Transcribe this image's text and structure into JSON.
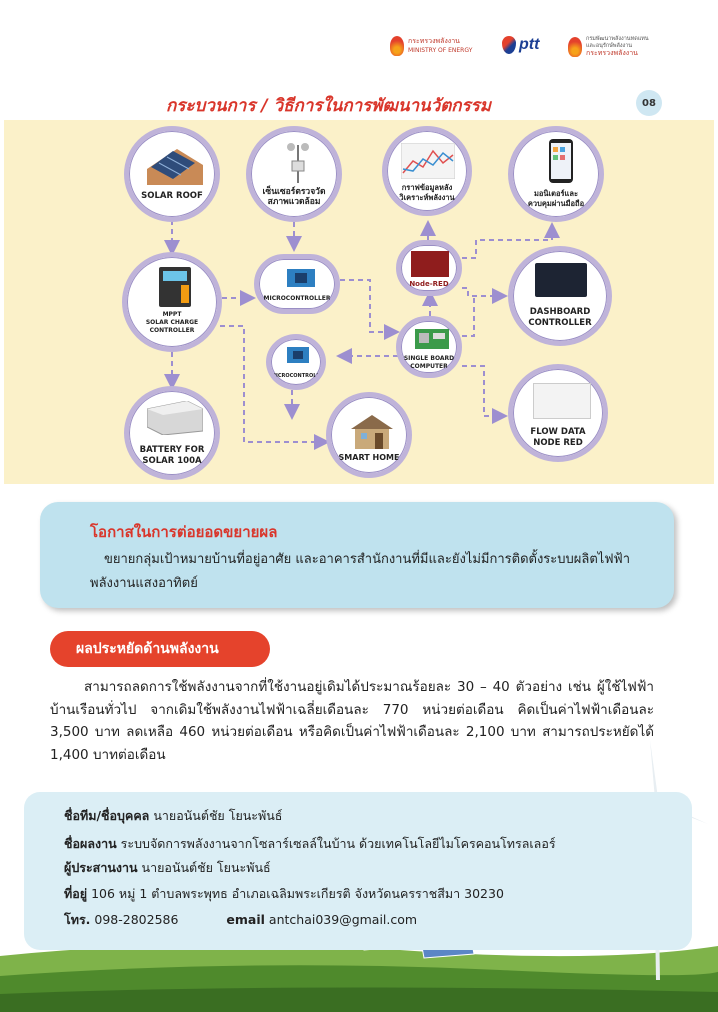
{
  "header": {
    "logo1": {
      "th": "กระทรวงพลังงาน",
      "en": "MINISTRY OF ENERGY"
    },
    "logo2": {
      "text": "ptt"
    },
    "logo3": {
      "line1": "กรมพัฒนาพลังงานทดแทน",
      "line2": "และอนุรักษ์พลังงาน",
      "line3": "กระทรวงพลังงาน"
    }
  },
  "title": "กระบวนการ / วิธีการในการพัฒนานวัตกรรม",
  "page_number": "08",
  "diagram": {
    "nodes": {
      "solar_roof": "SOLAR ROOF",
      "sensor": [
        "เซ็นเซอร์ตรวจวัด",
        "สภาพแวดล้อม"
      ],
      "graph": [
        "กราฟข้อมูลหลัง",
        "วิเคราะห์พลังงาน"
      ],
      "monitor": [
        "มอนิเตอร์และ",
        "ควบคุมผ่านมือถือ"
      ],
      "mppt": [
        "MPPT",
        "SOLAR CHARGE",
        "CONTROLLER"
      ],
      "microcontroller1": "MICROCONTROLLER",
      "node_red": "Node-RED",
      "dashboard": [
        "DASHBOARD",
        "CONTROLLER"
      ],
      "single_board": [
        "SINGLE BOARD",
        "COMPUTER"
      ],
      "microcontroller2": "MICROCONTROLLER",
      "battery": [
        "BATTERY FOR",
        "SOLAR 100A"
      ],
      "smart_home": "SMART HOME",
      "flow_data": [
        "FLOW DATA",
        "NODE RED"
      ]
    }
  },
  "opportunity": {
    "title": "โอกาสในการต่อยอดขยายผล",
    "text": "ขยายกลุ่มเป้าหมายบ้านที่อยู่อาศัย และอาคารสำนักงานที่มีและยังไม่มีการติดตั้งระบบผลิตไฟฟ้าพลังงานแสงอาทิตย์"
  },
  "savings": {
    "title": "ผลประหยัดด้านพลังงาน",
    "text": "สามารถลดการใช้พลังงานจากที่ใช้งานอยู่เดิมได้ประมาณร้อยละ 30 – 40 ตัวอย่าง เช่น ผู้ใช้ไฟฟ้าบ้านเรือนทั่วไป จากเดิมใช้พลังงานไฟฟ้าเฉลี่ยเดือนละ 770 หน่วยต่อเดือน คิดเป็นค่าไฟฟ้าเดือนละ 3,500 บาท ลดเหลือ 460 หน่วยต่อเดือน หรือคิดเป็นค่าไฟฟ้าเดือนละ 2,100 บาท สามารถประหยัดได้ 1,400 บาทต่อเดือน"
  },
  "contact": {
    "team_label": "ชื่อทีม/ชื่อบุคคล",
    "team_value": "นายอนันต์ชัย  โยนะพันธ์",
    "work_label": "ชื่อผลงาน",
    "work_value": "ระบบจัดการพลังงานจากโซลาร์เซลล์ในบ้าน ด้วยเทคโนโลยีไมโครคอนโทรลเลอร์",
    "coordinator_label": "ผู้ประสานงาน",
    "coordinator_value": "นายอนันต์ชัย  โยนะพันธ์",
    "address_label": "ที่อยู่",
    "address_value": "106 หมู่ 1 ตำบลพระพุทธ  อำเภอเฉลิมพระเกียรติ จังหวัดนครราชสีมา  30230",
    "phone_label": "โทร.",
    "phone_value": "098-2802586",
    "email_label": "email",
    "email_value": "antchai039@gmail.com"
  }
}
